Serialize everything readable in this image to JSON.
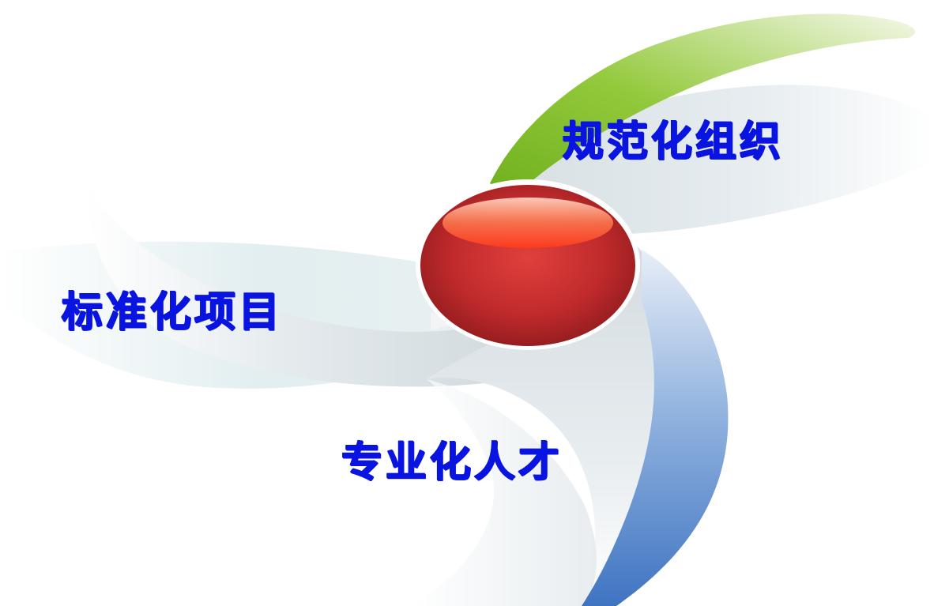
{
  "diagram": {
    "labels": {
      "top_right": "规范化组织",
      "left": "标准化项目",
      "bottom": "专业化人才"
    },
    "colors": {
      "label_text": "#0a14e0",
      "center_sphere": "#c0282a",
      "green_swirl": "#8cc63f",
      "blue_swirl": "#4a80c8",
      "grey_swirl": "#dfe6ea"
    }
  }
}
